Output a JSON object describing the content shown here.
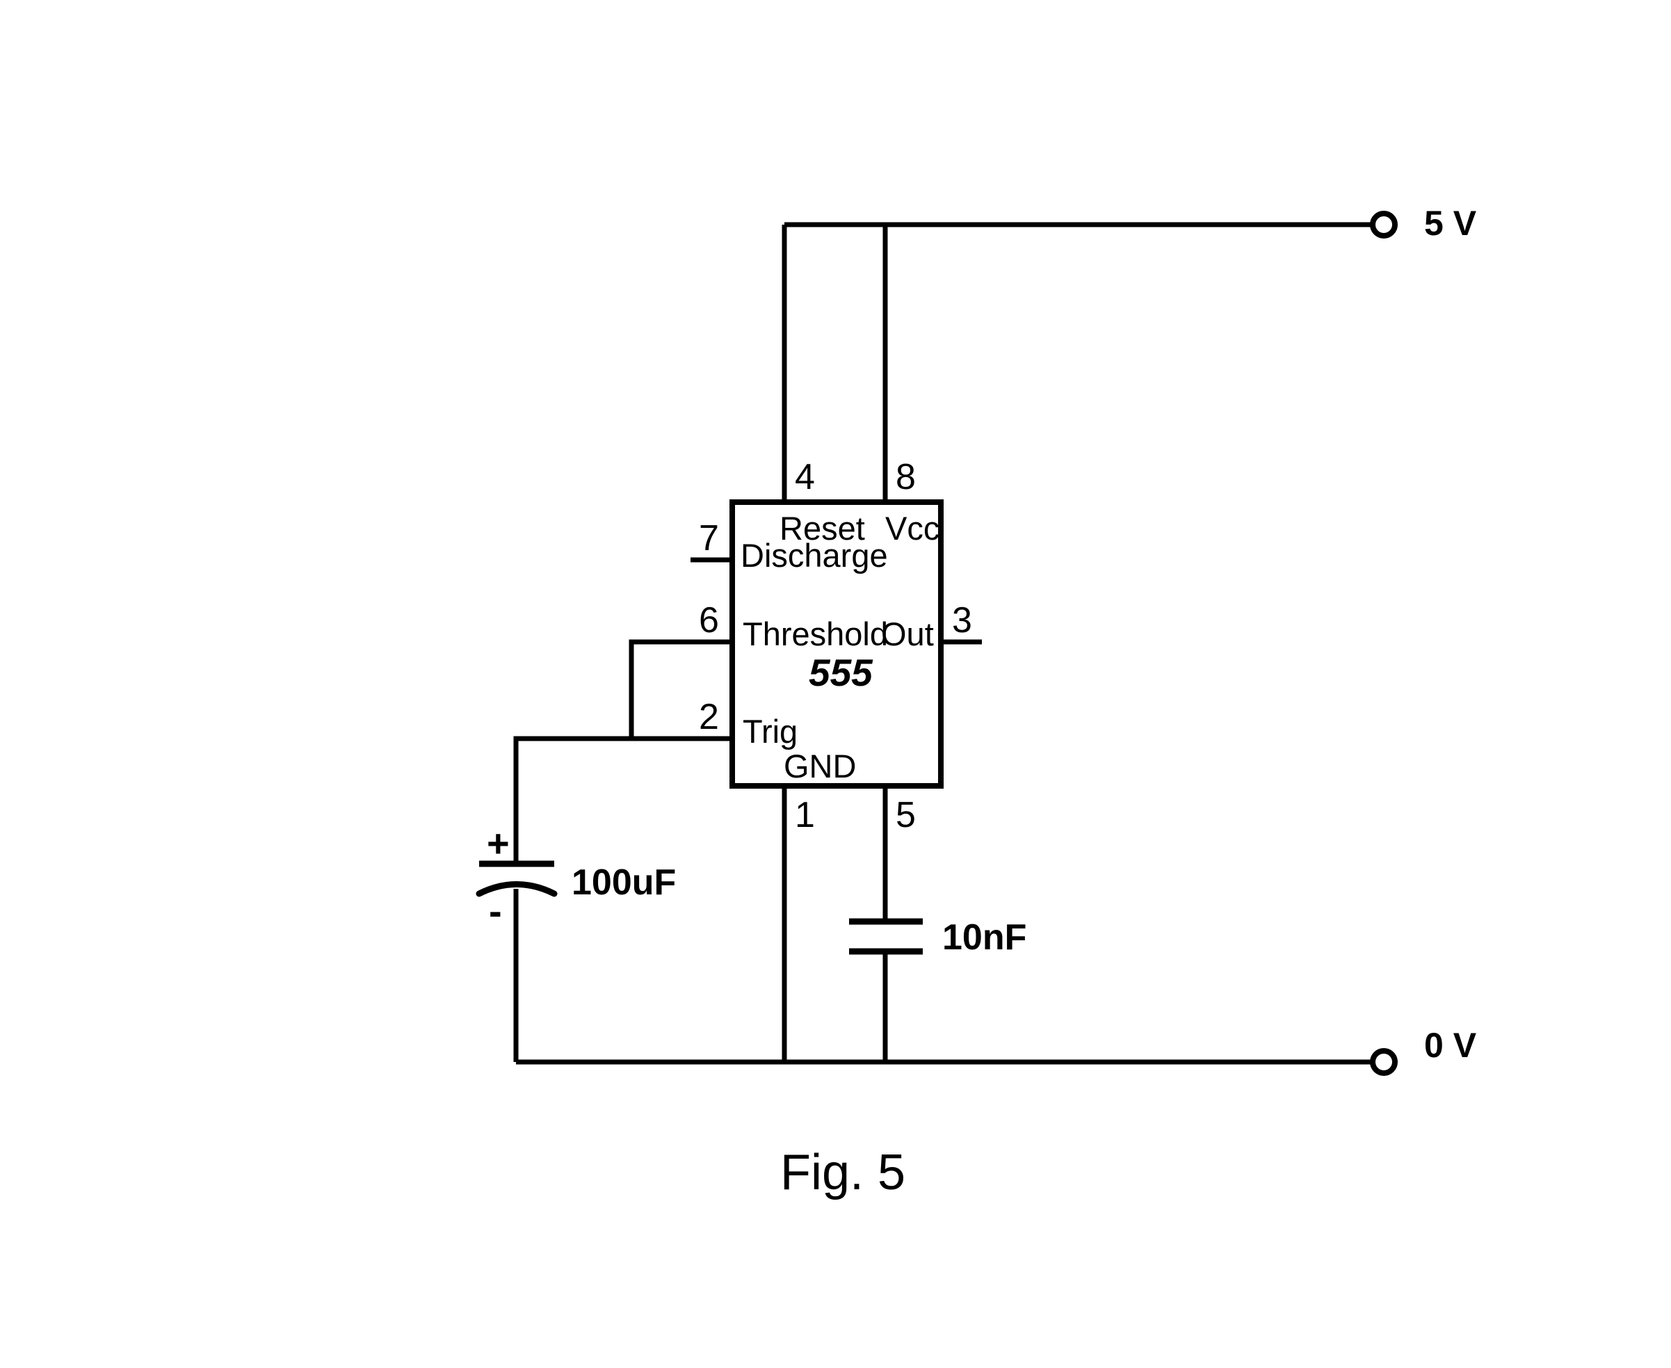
{
  "figure": {
    "caption": "Fig. 5",
    "ic_title": "555"
  },
  "rails": {
    "supply": {
      "label": "5 V",
      "terminal_icon": "open-circle-terminal-icon"
    },
    "ground": {
      "label": "0 V",
      "terminal_icon": "open-circle-terminal-icon"
    }
  },
  "ic": {
    "name": "555",
    "pins": [
      {
        "number": "1",
        "name": "GND",
        "side": "bottom"
      },
      {
        "number": "2",
        "name": "Trig",
        "side": "left"
      },
      {
        "number": "3",
        "name": "Out",
        "side": "right"
      },
      {
        "number": "4",
        "name": "Reset",
        "side": "top"
      },
      {
        "number": "5",
        "name": "",
        "side": "bottom"
      },
      {
        "number": "6",
        "name": "Threshold",
        "side": "left"
      },
      {
        "number": "7",
        "name": "Discharge",
        "side": "left"
      },
      {
        "number": "8",
        "name": "Vcc",
        "side": "top"
      }
    ],
    "pin_numbers": {
      "p1": "1",
      "p2": "2",
      "p3": "3",
      "p4": "4",
      "p5": "5",
      "p6": "6",
      "p7": "7",
      "p8": "8"
    },
    "pin_names": {
      "reset": "Reset",
      "vcc": "Vcc",
      "discharge": "Discharge",
      "threshold": "Threshold",
      "out": "Out",
      "trig": "Trig",
      "gnd": "GND"
    }
  },
  "components": [
    {
      "id": "c1",
      "value": "100uF",
      "type": "electrolytic-capacitor",
      "polarity_plus": "+",
      "polarity_minus": "-"
    },
    {
      "id": "c2",
      "value": "10nF",
      "type": "capacitor"
    }
  ],
  "capacitors": {
    "c1_value": "100uF",
    "c1_plus": "+",
    "c1_minus": "-",
    "c2_value": "10nF"
  },
  "colors": {
    "ink": "#000000",
    "background": "#ffffff"
  }
}
